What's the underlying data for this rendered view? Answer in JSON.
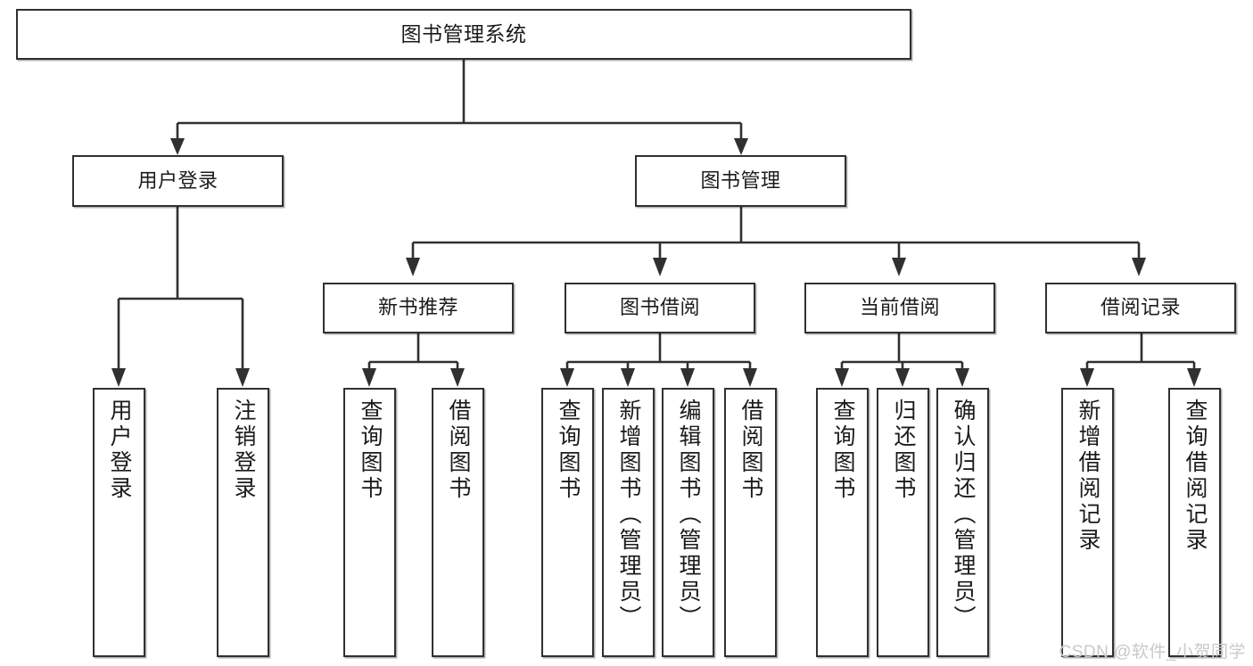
{
  "diagram": {
    "title": "图书管理系统",
    "type": "tree-hierarchy",
    "root": {
      "label": "图书管理系统"
    },
    "level2": [
      {
        "label": "用户登录"
      },
      {
        "label": "图书管理"
      }
    ],
    "level3": [
      {
        "label": "新书推荐"
      },
      {
        "label": "图书借阅"
      },
      {
        "label": "当前借阅"
      },
      {
        "label": "借阅记录"
      }
    ],
    "leaves": {
      "user_login": [
        {
          "label": "用户登录"
        },
        {
          "label": "注销登录"
        }
      ],
      "new_book_recommend": [
        {
          "label": "查询图书"
        },
        {
          "label": "借阅图书"
        }
      ],
      "book_borrow": [
        {
          "label": "查询图书"
        },
        {
          "label": "新增图书（管理员）"
        },
        {
          "label": "编辑图书（管理员）"
        },
        {
          "label": "借阅图书"
        }
      ],
      "current_borrow": [
        {
          "label": "查询图书"
        },
        {
          "label": "归还图书"
        },
        {
          "label": "确认归还（管理员）"
        }
      ],
      "borrow_record": [
        {
          "label": "新增借阅记录"
        },
        {
          "label": "查询借阅记录"
        }
      ]
    }
  },
  "watermark": {
    "text": "CSDN @软件_小贺同学"
  },
  "colors": {
    "stroke": "#30302f",
    "background": "#ffffff",
    "text": "#1b1b1b",
    "watermark": "#c9c9c9"
  }
}
